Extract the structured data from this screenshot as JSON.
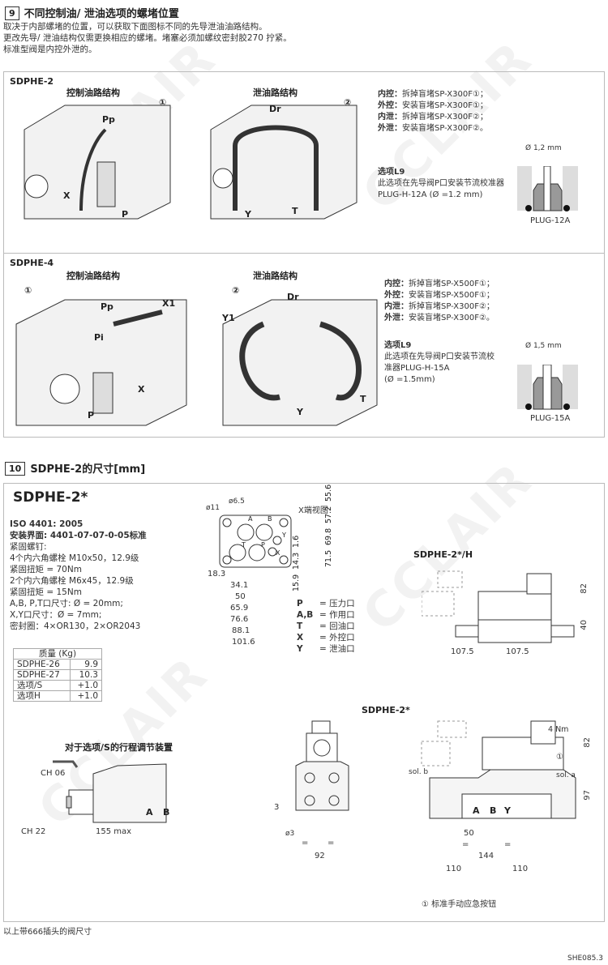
{
  "section9": {
    "number": "9",
    "title": "不同控制油/ 泄油选项的螺堵位置",
    "desc": [
      "取决于内部螺堵的位置，可以获取下面图标不同的先导泄油油路结构。",
      "更改先导/ 泄油结构仅需更换相应的螺堵。堵塞必须加螺纹密封胶270 拧紧。",
      "标准型阀是内控外泄的。"
    ]
  },
  "sdphe2": {
    "label": "SDPHE-2",
    "control_title": "控制油路结构",
    "drain_title": "泄油路结构",
    "ports_control": [
      "Pp",
      "X",
      "P",
      "①"
    ],
    "ports_drain": [
      "Dr",
      "Y",
      "T",
      "②"
    ],
    "notes": [
      {
        "k": "内控：",
        "v": "拆掉盲堵SP-X300F①；"
      },
      {
        "k": "外控：",
        "v": "安装盲堵SP-X300F①；"
      },
      {
        "k": "内泄：",
        "v": "拆掉盲堵SP-X300F②；"
      },
      {
        "k": "外泄：",
        "v": "安装盲堵SP-X300F②。"
      }
    ],
    "option_title": "选项L9",
    "option_text": "此选项在先导阀P口安装节流校准器PLUG-H-12A (Ø =1.2 mm)",
    "plug_dim": "Ø 1,2 mm",
    "plug_name": "PLUG-12A"
  },
  "sdphe4": {
    "label": "SDPHE-4",
    "control_title": "控制油路结构",
    "drain_title": "泄油路结构",
    "ports_control": [
      "①",
      "Pp",
      "X1",
      "Pi",
      "X",
      "P"
    ],
    "ports_drain": [
      "②",
      "Dr",
      "Y1",
      "T",
      "Y"
    ],
    "notes": [
      {
        "k": "内控：",
        "v": "拆掉盲堵SP-X500F①；"
      },
      {
        "k": "外控：",
        "v": "安装盲堵SP-X500F①；"
      },
      {
        "k": "内泄：",
        "v": "拆掉盲堵SP-X300F②；"
      },
      {
        "k": "外泄：",
        "v": "安装盲堵SP-X300F②。"
      }
    ],
    "option_title": "选项L9",
    "option_text": [
      "此选项在先导阀P口安装节流校",
      "准器PLUG-H-15A",
      "(Ø =1.5mm)"
    ],
    "plug_dim": "Ø 1,5 mm",
    "plug_name": "PLUG-15A"
  },
  "section10": {
    "number": "10",
    "title": "SDPHE-2的尺寸[mm]"
  },
  "dims": {
    "title": "SDPHE-2*",
    "spec_bold": [
      "ISO 4401: 2005",
      "安装界面: 4401-07-07-0-05标准"
    ],
    "spec": [
      "紧固螺钉:",
      "4个内六角螺栓 M10x50，12.9级",
      "紧固扭矩 = 70Nm",
      "2个内六角螺栓 M6x45，12.9级",
      "紧固扭矩 = 15Nm",
      "A,B, P,T口尺寸: Ø = 20mm;",
      "X,Y口尺寸：Ø = 7mm;",
      "密封圈：4×OR130，2×OR2043"
    ],
    "mass_header": "质量 (Kg)",
    "mass": [
      [
        "SDPHE-26",
        "9.9"
      ],
      [
        "SDPHE-27",
        "10.3"
      ],
      [
        "选项/S",
        "+1.0"
      ],
      [
        "选项H",
        "+1.0"
      ]
    ],
    "interface": {
      "view": "X端视图",
      "d11": "ø11",
      "d65": "ø6.5",
      "ports": [
        "A",
        "B",
        "T",
        "P",
        "X",
        "Y"
      ],
      "h": [
        "18.3",
        "34.1",
        "50",
        "65.9",
        "76.6",
        "88.1",
        "101.6"
      ],
      "v": [
        "1.6",
        "14.3",
        "15.9",
        "55.6",
        "57.2",
        "69.8",
        "71.5"
      ]
    },
    "legend": [
      [
        "P",
        "= 压力口"
      ],
      [
        "A,B",
        "= 作用口"
      ],
      [
        "T",
        "= 回油口"
      ],
      [
        "X",
        "= 外控口"
      ],
      [
        "Y",
        "= 泄油口"
      ]
    ],
    "h_view": {
      "title": "SDPHE-2*/H",
      "d": [
        "82",
        "40",
        "107.5",
        "107.5"
      ]
    },
    "s_view": {
      "title": "对于选项/S的行程调节装置",
      "ch06": "CH 06",
      "ch22": "CH 22",
      "len": "155 max",
      "ports": [
        "A",
        "B"
      ]
    },
    "main": {
      "title": "SDPHE-2*",
      "front": [
        "3",
        "ø3",
        "=",
        "=",
        "92"
      ],
      "side": [
        "4 Nm",
        "①",
        "sol. b",
        "sol. a",
        "82",
        "97",
        "A",
        "B",
        "Y",
        "50",
        "=",
        "=",
        "144",
        "110",
        "110"
      ]
    },
    "footnote": "①  标准手动应急按钮"
  },
  "footer": {
    "note": "以上带666插头的阀尺寸",
    "code": "SHE085.3"
  }
}
